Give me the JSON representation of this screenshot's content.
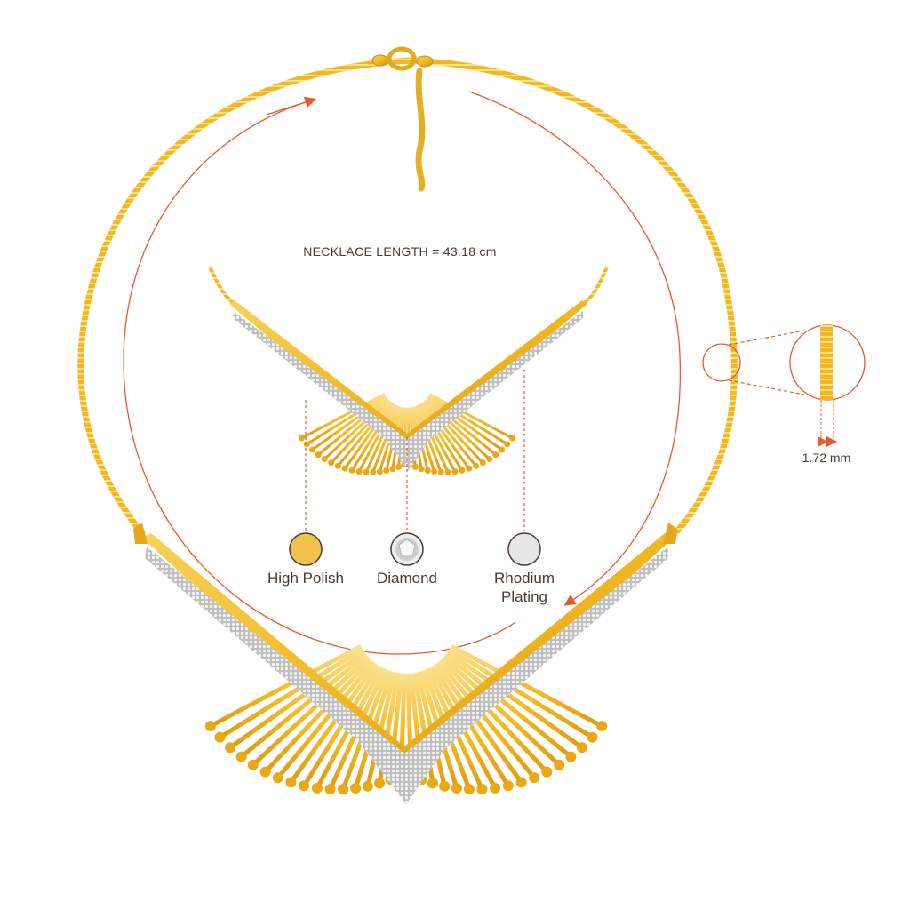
{
  "title": "NECKLACE LENGTH = 43.18 cm",
  "materials": [
    {
      "label": "High Polish",
      "color": "#f3c14b"
    },
    {
      "label": "Diamond",
      "color": "#d9d9d9"
    },
    {
      "label": "Rhodium Plating",
      "color": "#e6e6e6"
    }
  ],
  "chain_thickness": "1.72 mm",
  "colors": {
    "gold": "#f2b821",
    "gold_dark": "#d9960e",
    "accent": "#e8592c",
    "diamond": "#dcdcdc",
    "text": "#4a3b35"
  }
}
